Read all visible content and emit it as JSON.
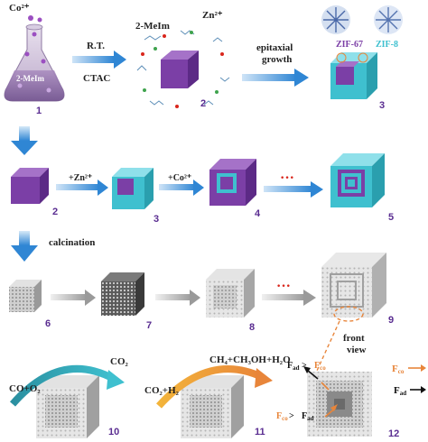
{
  "row1": {
    "flask_ion": "Co²⁺",
    "flask_label": "2-MeIm",
    "arrow1_top": "R.T.",
    "arrow1_bottom": "CTAC",
    "reagent_left": "2-MeIm",
    "reagent_right": "Zn²⁺",
    "arrow2_top_line1": "epitaxial",
    "arrow2_top_line2": "growth",
    "zif67": "ZIF-67",
    "zif8": "ZIF-8",
    "steps": [
      "1",
      "2",
      "3"
    ]
  },
  "row2": {
    "add_zn": "+Zn²⁺",
    "add_co": "+Co²⁺",
    "dots": "···",
    "steps": [
      "2",
      "3",
      "4",
      "5"
    ]
  },
  "row3": {
    "process": "calcination",
    "dots": "···",
    "steps": [
      "6",
      "7",
      "8",
      "9"
    ]
  },
  "row4": {
    "reaction1_in": "CO+O₂",
    "reaction1_out": "CO₂",
    "reaction2_in": "CO₂+H₂",
    "reaction2_out": "CH₄+CH₃OH+H₂O",
    "front_view_line1": "front",
    "front_view_line2": "view",
    "fad_gt_fco": "F",
    "fad_sub": "ad",
    "gt": " > ",
    "fco_sub": "co",
    "legend_fco": "F",
    "legend_fad": "F",
    "steps": [
      "10",
      "11",
      "12"
    ]
  },
  "colors": {
    "purple": "#7b3fa6",
    "cyan": "#3fc0cf",
    "arrow_blue": "#3a8fd6",
    "orange": "#e8853a",
    "red_dots": "#d9261c",
    "label_purple": "#5a2d91"
  }
}
